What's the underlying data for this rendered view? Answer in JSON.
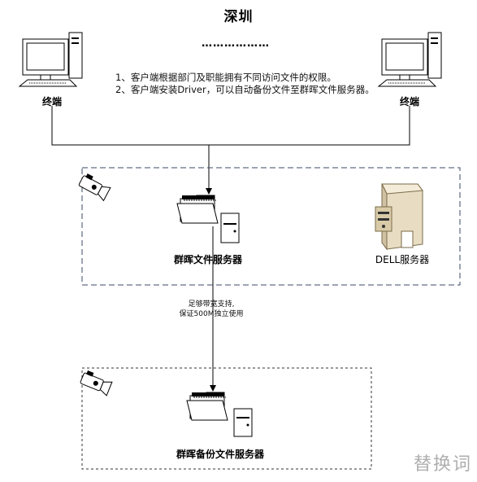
{
  "title": "深圳",
  "ellipsis": "………………",
  "notes": [
    "1、客户端根据部门及职能拥有不同访问文件的权限。",
    "2、客户端安装Driver，可以自动备份文件至群晖文件服务器。"
  ],
  "terminals": {
    "left_label": "终端",
    "right_label": "终端"
  },
  "zones": {
    "main": {
      "synology_label": "群晖文件服务器",
      "dell_label": "DELL服务器"
    },
    "backup": {
      "synology_backup_label": "群晖备份文件服务器"
    }
  },
  "link": {
    "bandwidth_note": [
      "足够带宽支持,",
      "保证500M独立使用"
    ]
  },
  "watermark": "替换词",
  "colors": {
    "dashed_border": "#3b4a66",
    "line": "#000000",
    "server_tan": "#e8dcc2",
    "monitor_screen": "#ffffff"
  }
}
